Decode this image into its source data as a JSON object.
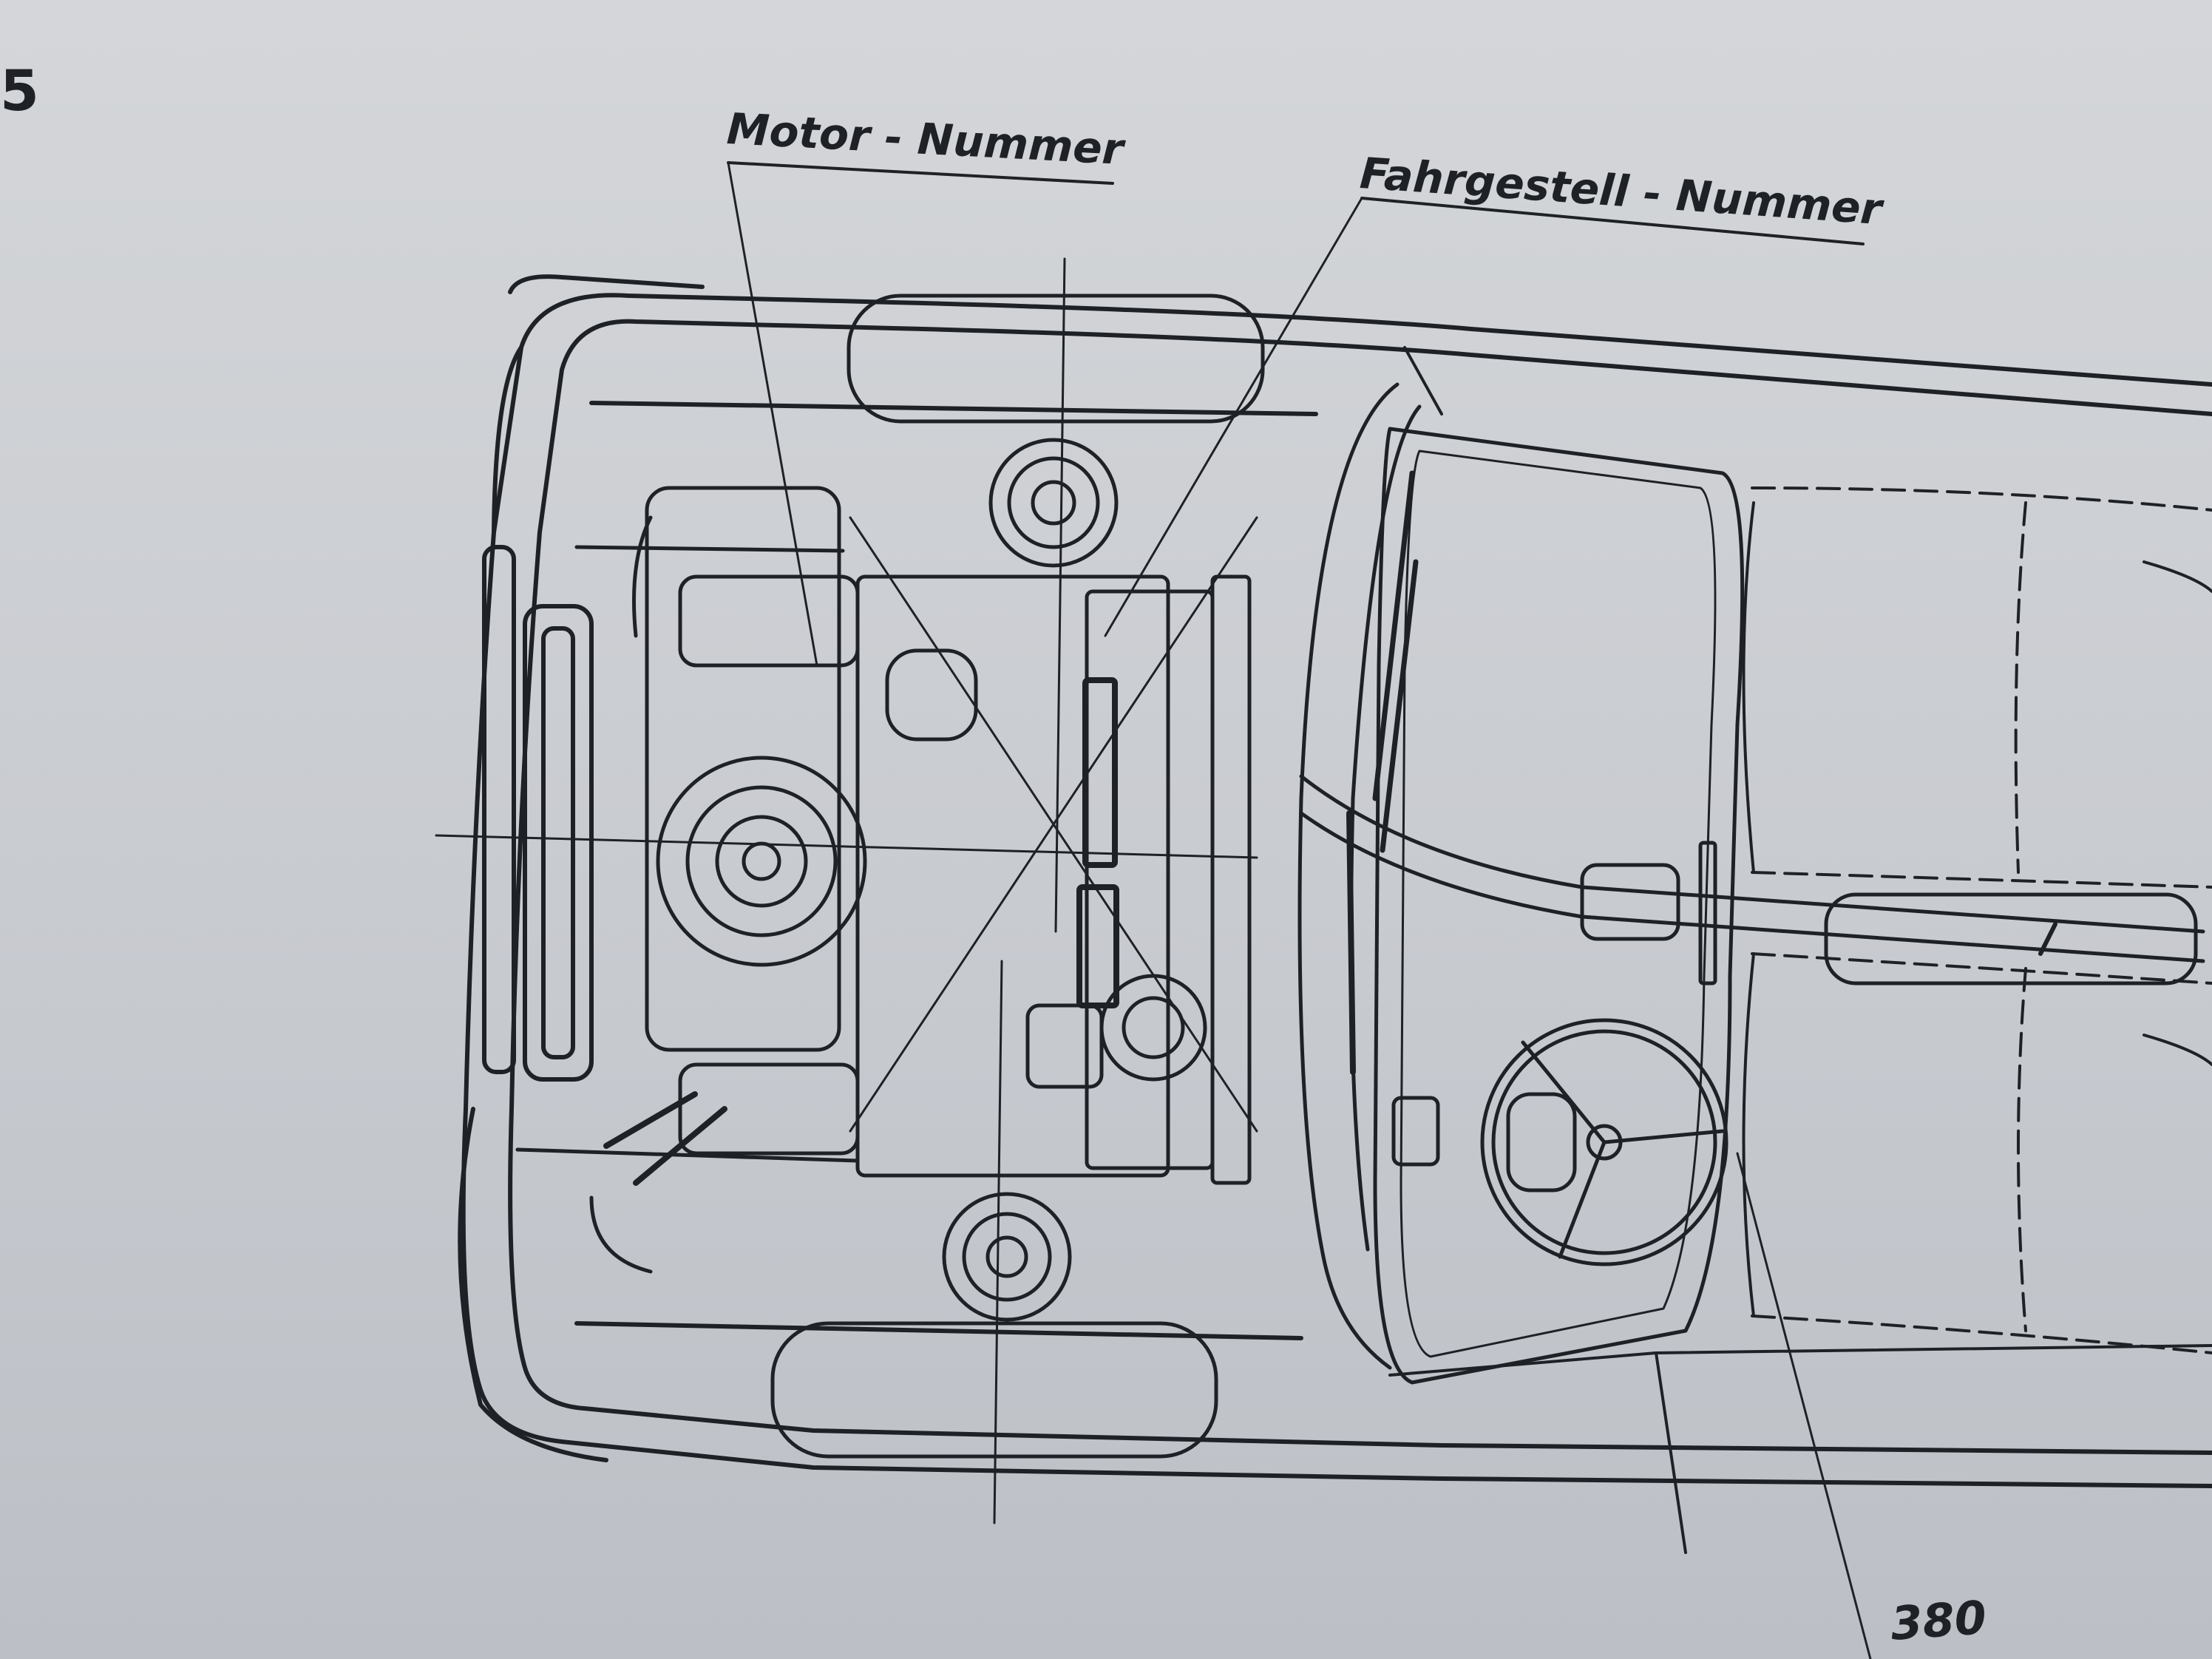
{
  "labels": {
    "page_number": "5",
    "motor_number": "Motor - Nummer",
    "chassis_number": "Fahrgestell - Nummer",
    "dimension": "380"
  },
  "colors": {
    "paper": "#d0d3d7",
    "ink": "#1e2126"
  }
}
